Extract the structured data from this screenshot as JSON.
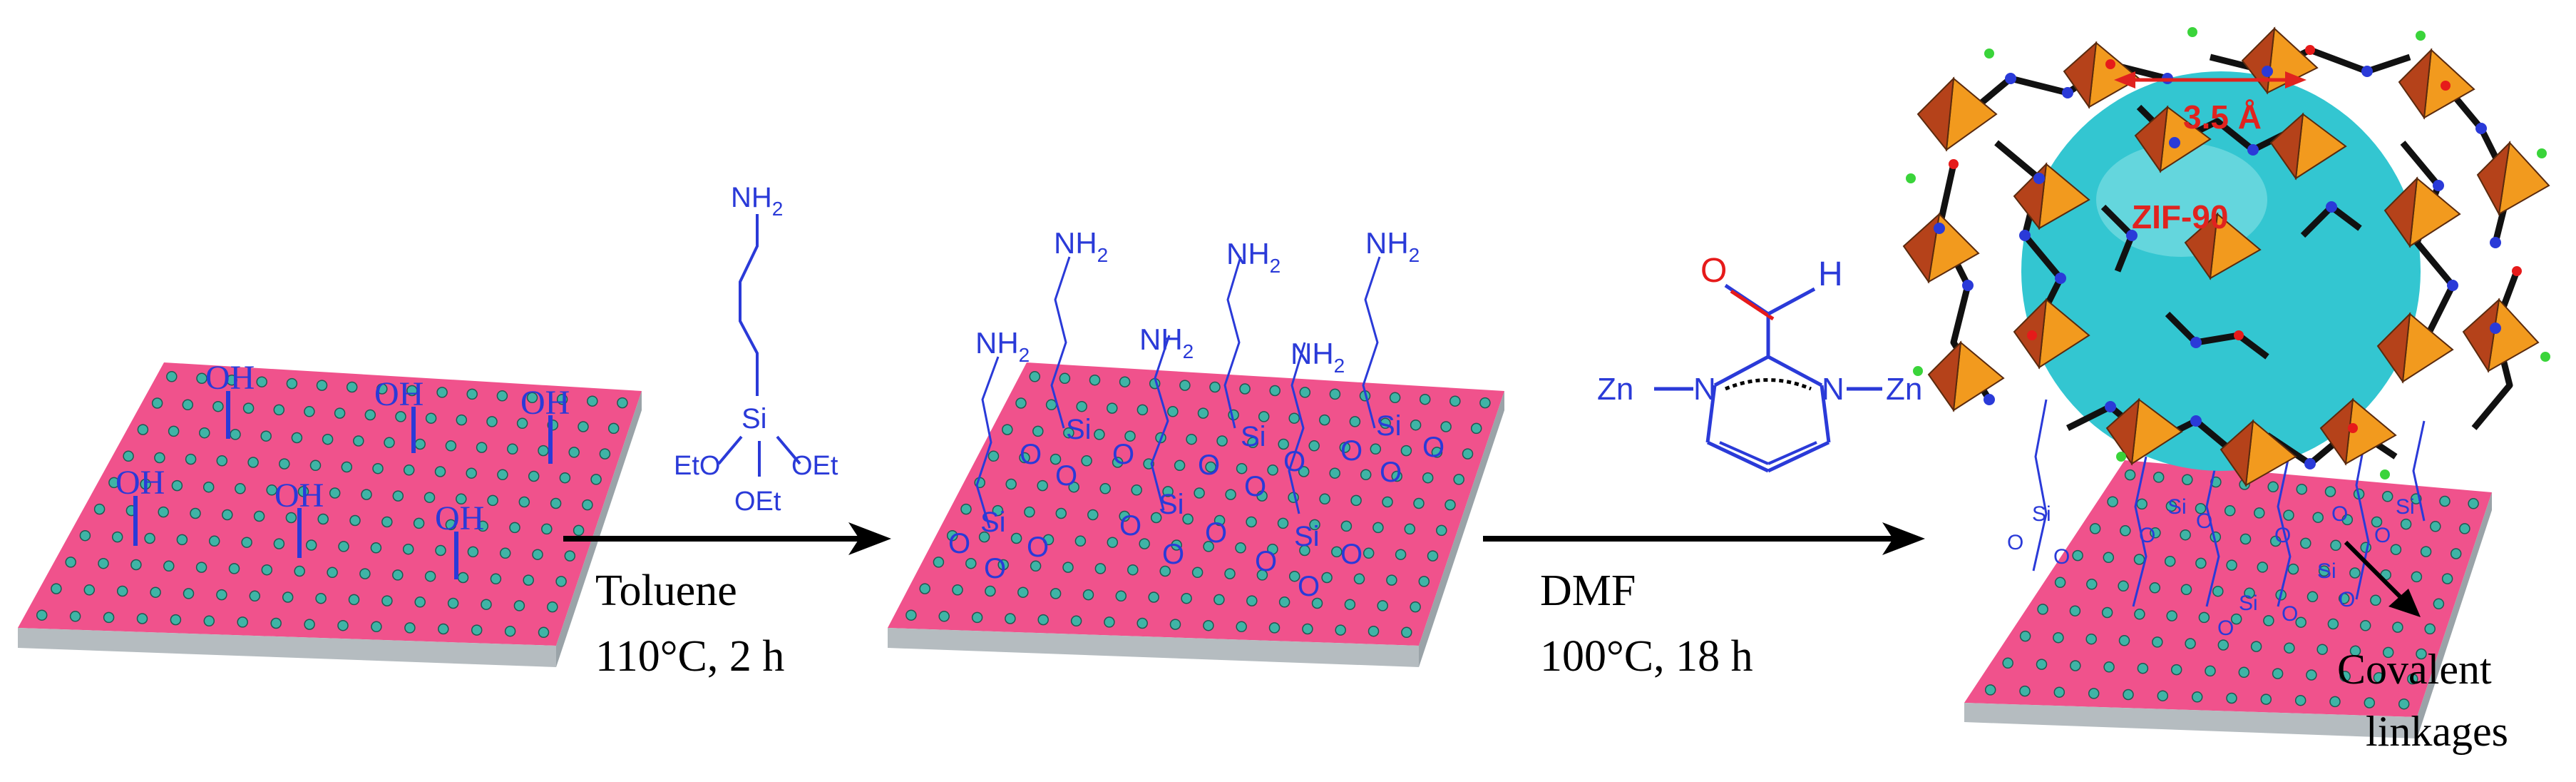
{
  "colors": {
    "substrate_top": "#f0528c",
    "substrate_side": "#b5bcc0",
    "dot": "#3fb4a6",
    "chem_blue": "#2a3ad8",
    "oxygen_red": "#e61a1a",
    "arrow": "#000000",
    "cage_sphere": "#33c6d1",
    "tetrahedron_orange": "#f29a1e",
    "tetrahedron_dark": "#b5421a",
    "label_red": "#e0231f"
  },
  "stage1": {
    "hydroxyl": "OH"
  },
  "aptes": {
    "amine": "NH",
    "amine_sub": "2",
    "silicon": "Si",
    "ethoxy_left": "EtO",
    "ethoxy_right": "OEt",
    "ethoxy_bottom": "OEt"
  },
  "stage2": {
    "amine": "NH",
    "amine_sub": "2",
    "silicon": "Si",
    "oxygen": "O"
  },
  "step1": {
    "solvent": "Toluene",
    "conditions": "110°C, 2 h"
  },
  "linker": {
    "oxygen": "O",
    "hydrogen": "H",
    "zinc_left": "Zn",
    "zinc_right": "Zn",
    "nitrogen_left": "N",
    "nitrogen_right": "N"
  },
  "step2": {
    "solvent": "DMF",
    "conditions": "100°C, 18 h"
  },
  "zif": {
    "pore_size": "3.5 Å",
    "name": "ZIF-90",
    "linkage_line1": "Covalent",
    "linkage_line2": "linkages"
  }
}
